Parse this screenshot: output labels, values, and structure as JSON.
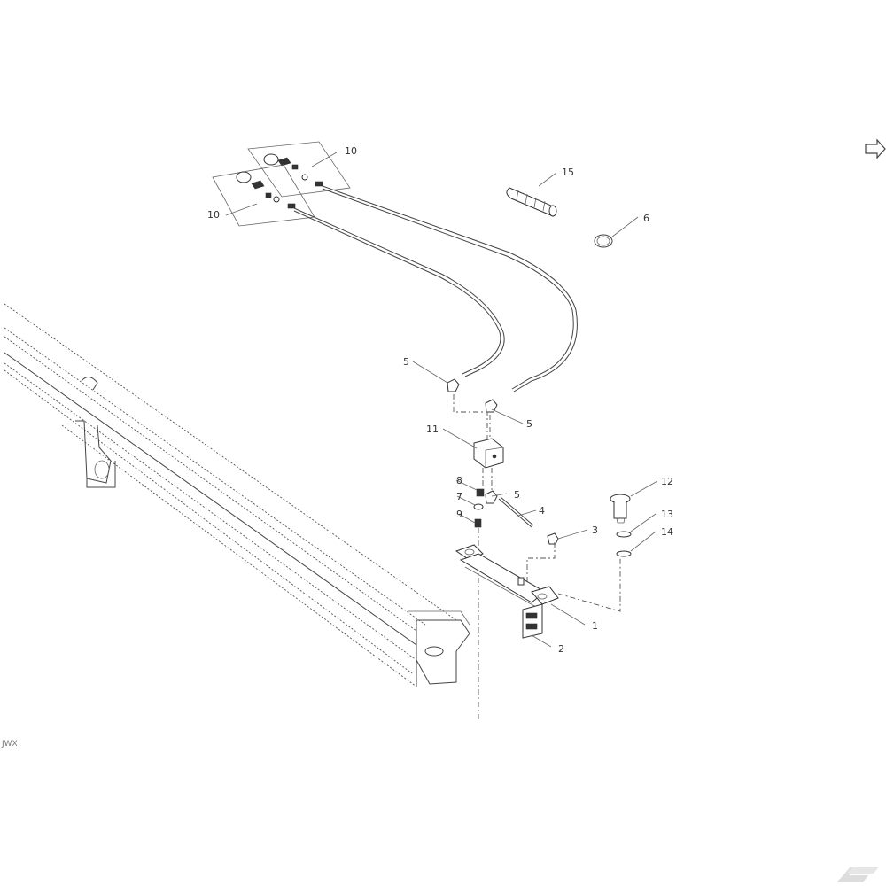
{
  "colors": {
    "line": "#444444",
    "text": "#333333",
    "logo": "#dddddd"
  },
  "icons": [
    "next-page-arrow-icon",
    "brand-logo-icon"
  ],
  "corner_text": "JWX",
  "callouts": {
    "c10a": "10",
    "c10b": "10",
    "c15": "15",
    "c6": "6",
    "c5a": "5",
    "c5b": "5",
    "c11": "11",
    "c8": "8",
    "c5c": "5",
    "c7": "7",
    "c4": "4",
    "c9": "9",
    "c3": "3",
    "c12": "12",
    "c13": "13",
    "c14": "14",
    "c1": "1",
    "c2": "2"
  }
}
